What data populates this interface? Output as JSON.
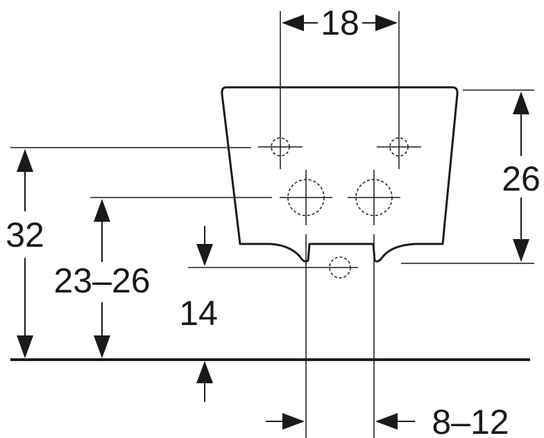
{
  "dimensions": {
    "top_spacing": "18",
    "height_right": "26",
    "height_total": "32",
    "height_range": "23–26",
    "drain_height": "14",
    "offset_range": "8–12"
  }
}
